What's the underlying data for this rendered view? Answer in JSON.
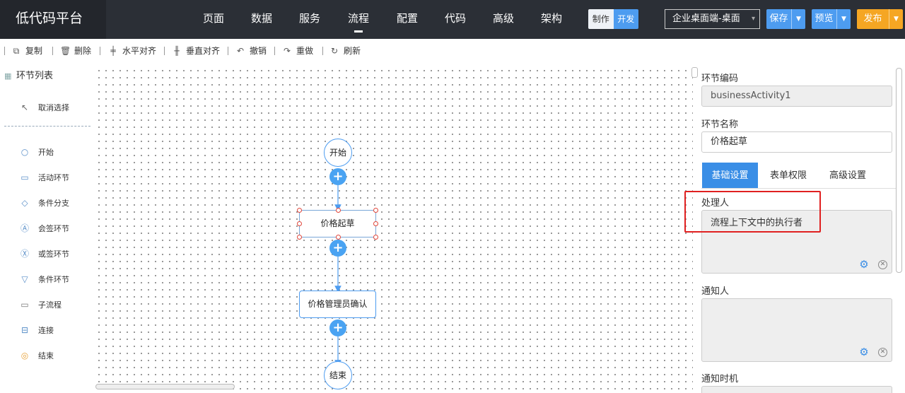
{
  "app": {
    "title": "低代码平台"
  },
  "nav": {
    "items": [
      "页面",
      "数据",
      "服务",
      "流程",
      "配置",
      "代码",
      "高级",
      "架构"
    ],
    "active": "流程"
  },
  "mode": {
    "make": "制作",
    "dev": "开发"
  },
  "env": {
    "value": "企业桌面端-桌面"
  },
  "buttons": {
    "save": "保存",
    "preview": "预览",
    "publish": "发布"
  },
  "colors": {
    "accent": "#3a8ee6",
    "publish": "#f5a623",
    "topbar": "#2b2f36",
    "highlight": "#e02020"
  },
  "toolbar": {
    "copy": "复制",
    "delete": "删除",
    "halign": "水平对齐",
    "valign": "垂直对齐",
    "undo": "撤销",
    "redo": "重做",
    "refresh": "刷新"
  },
  "left": {
    "title": "环节列表",
    "cancel": "取消选择",
    "items": [
      "开始",
      "活动环节",
      "条件分支",
      "会签环节",
      "或签环节",
      "条件环节",
      "子流程",
      "连接",
      "结束"
    ]
  },
  "flow": {
    "start": "开始",
    "draft": "价格起草",
    "confirm": "价格管理员确认",
    "end": "结束"
  },
  "props": {
    "code_label": "环节编码",
    "code_value": "businessActivity1",
    "name_label": "环节名称",
    "name_value": "价格起草",
    "tabs": [
      "基础设置",
      "表单权限",
      "高级设置"
    ],
    "handler_label": "处理人",
    "handler_value": "流程上下文中的执行者",
    "notify_label": "通知人",
    "notify_time_label": "通知时机"
  }
}
